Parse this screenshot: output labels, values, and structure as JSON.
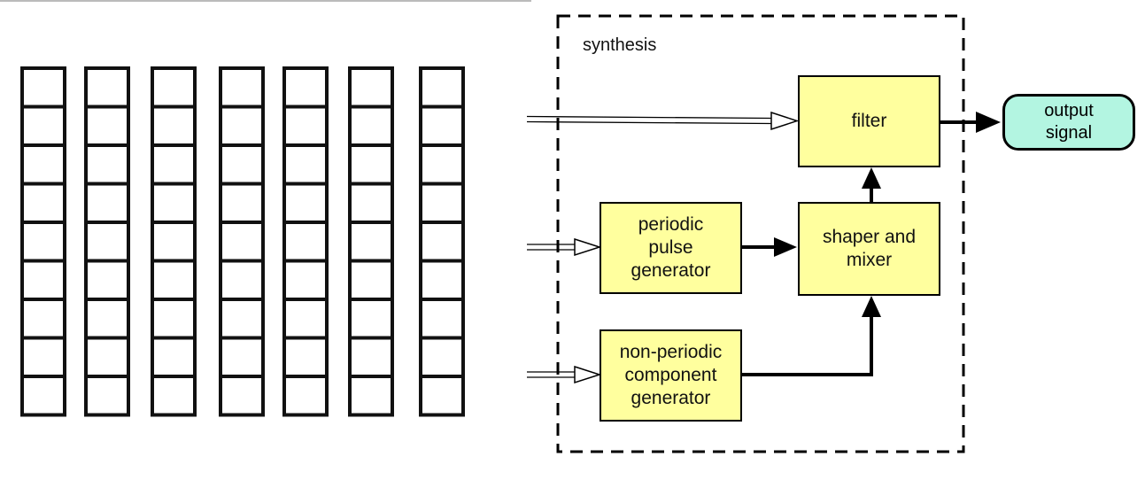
{
  "diagram": {
    "container_label": "synthesis",
    "blocks": {
      "filter": "filter",
      "periodic": "periodic\npulse\ngenerator",
      "shaper": "shaper and\nmixer",
      "nonperiodic": "non-periodic\ncomponent\ngenerator",
      "output": "output\nsignal"
    },
    "grid": {
      "columns": 7,
      "rows": 9
    },
    "colors": {
      "block_fill": "#ffff9e",
      "output_fill": "#b3f5e1",
      "stroke": "#000000"
    }
  }
}
